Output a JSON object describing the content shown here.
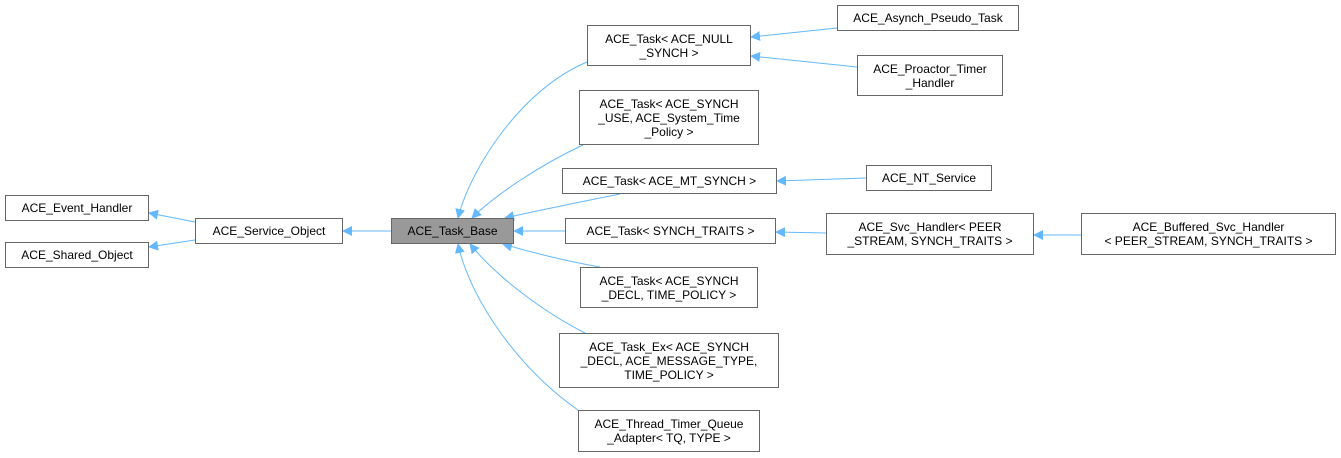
{
  "diagram": {
    "current": "ACE_Task_Base",
    "edge_color": "#63b8ff",
    "nodes": {
      "event_handler": [
        "ACE_Event_Handler"
      ],
      "shared_object": [
        "ACE_Shared_Object"
      ],
      "service_object": [
        "ACE_Service_Object"
      ],
      "task_base": [
        "ACE_Task_Base"
      ],
      "task_null": [
        "ACE_Task< ACE_NULL",
        "_SYNCH >"
      ],
      "task_synch_use": [
        "ACE_Task< ACE_SYNCH",
        "_USE, ACE_System_Time",
        "_Policy >"
      ],
      "task_mt": [
        "ACE_Task< ACE_MT_SYNCH >"
      ],
      "task_traits": [
        "ACE_Task< SYNCH_TRAITS >"
      ],
      "task_decl": [
        "ACE_Task< ACE_SYNCH",
        "_DECL, TIME_POLICY >"
      ],
      "task_ex": [
        "ACE_Task_Ex< ACE_SYNCH",
        "_DECL, ACE_MESSAGE_TYPE,",
        "TIME_POLICY >"
      ],
      "thread_timer": [
        "ACE_Thread_Timer_Queue",
        "_Adapter< TQ, TYPE >"
      ],
      "asynch_pseudo": [
        "ACE_Asynch_Pseudo_Task"
      ],
      "proactor_timer": [
        "ACE_Proactor_Timer",
        "_Handler"
      ],
      "nt_service": [
        "ACE_NT_Service"
      ],
      "svc_handler": [
        "ACE_Svc_Handler< PEER",
        "_STREAM, SYNCH_TRAITS >"
      ],
      "buffered_svc": [
        "ACE_Buffered_Svc_Handler",
        "< PEER_STREAM, SYNCH_TRAITS >"
      ]
    }
  }
}
